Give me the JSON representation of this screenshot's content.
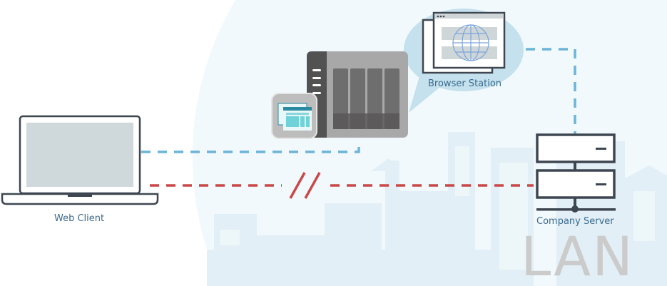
{
  "labels": {
    "web_client": "Web Client",
    "browser_station": "Browser Station",
    "company_server": "Company Server",
    "lan": "LAN"
  },
  "colors": {
    "allowed_link": "#6cb4d8",
    "blocked_link": "#c94848",
    "background_circle": "#f1f9fd",
    "city": "#e2eff6",
    "bubble": "#c5e1ed",
    "outline": "#3e4751"
  }
}
